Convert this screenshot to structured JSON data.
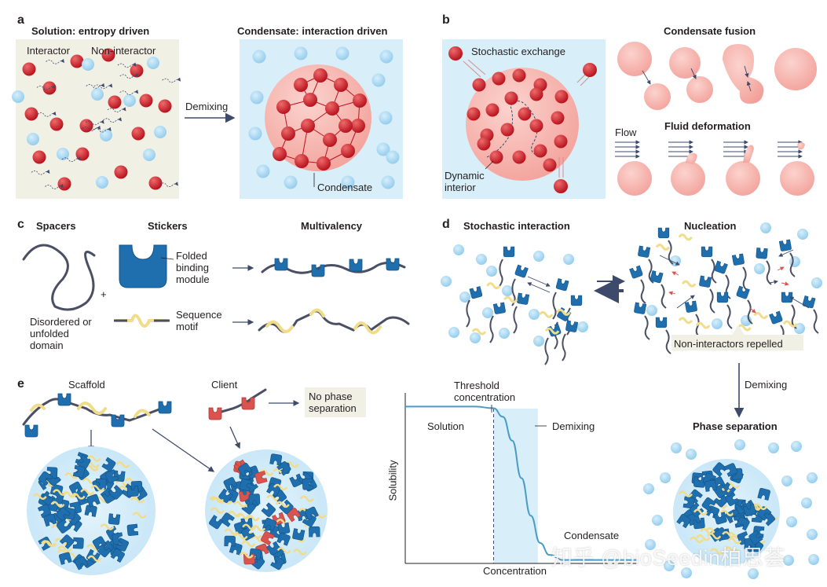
{
  "panels": {
    "a": {
      "letter": "a",
      "left_title": "Solution: entropy driven",
      "right_title": "Condensate: interaction driven",
      "interactor_label": "Interactor",
      "noninteractor_label": "Non-interactor",
      "arrow_label": "Demixing",
      "condensate_label": "Condensate"
    },
    "b": {
      "letter": "b",
      "exchange_label": "Stochastic exchange",
      "interior_label": "Dynamic interior",
      "fusion_title": "Condensate fusion",
      "flow_label": "Flow",
      "deform_title": "Fluid deformation"
    },
    "c": {
      "letter": "c",
      "spacers_title": "Spacers",
      "stickers_title": "Stickers",
      "multivalency_title": "Multivalency",
      "folded_label": "Folded binding module",
      "motif_label": "Sequence motif",
      "disordered_label": "Disordered or unfolded domain",
      "plus": "+"
    },
    "d": {
      "letter": "d",
      "stochastic_title": "Stochastic interaction",
      "nucleation_title": "Nucleation",
      "repelled_label": "Non-interactors repelled",
      "demixing_label": "Demixing",
      "phase_title": "Phase separation"
    },
    "e": {
      "letter": "e",
      "scaffold_label": "Scaffold",
      "client_label": "Client",
      "no_phase_label": "No phase separation"
    }
  },
  "chart_data": {
    "type": "line",
    "title": "",
    "xlabel": "Concentration",
    "ylabel": "Solubility",
    "threshold_label": "Threshold concentration",
    "region_label": "Demixing",
    "solution_label": "Solution",
    "condensate_label": "Condensate",
    "series": [
      {
        "x": [
          0,
          0.1,
          0.2,
          0.3,
          0.38,
          0.42,
          0.46,
          0.5,
          0.54,
          0.58,
          0.62,
          0.68,
          0.8,
          1.0
        ],
        "y": [
          0.92,
          0.92,
          0.92,
          0.92,
          0.91,
          0.86,
          0.72,
          0.5,
          0.28,
          0.12,
          0.05,
          0.02,
          0.02,
          0.02
        ]
      }
    ],
    "threshold_x": 0.38,
    "demixing_region": [
      0.38,
      0.57
    ],
    "grid": false
  },
  "colors": {
    "interactor": "#c8102e",
    "noninteractor": "#a9d8f0",
    "module": "#1f6fae",
    "client": "#d9534f",
    "motif": "#f1dc8a",
    "spacer": "#4b4f63",
    "condensate": "#f8b7b2",
    "solution_bg": "#f1f0e5",
    "condensate_bg": "#d8eef9"
  },
  "watermark": "知乎 @bioSeedin柏思荟"
}
